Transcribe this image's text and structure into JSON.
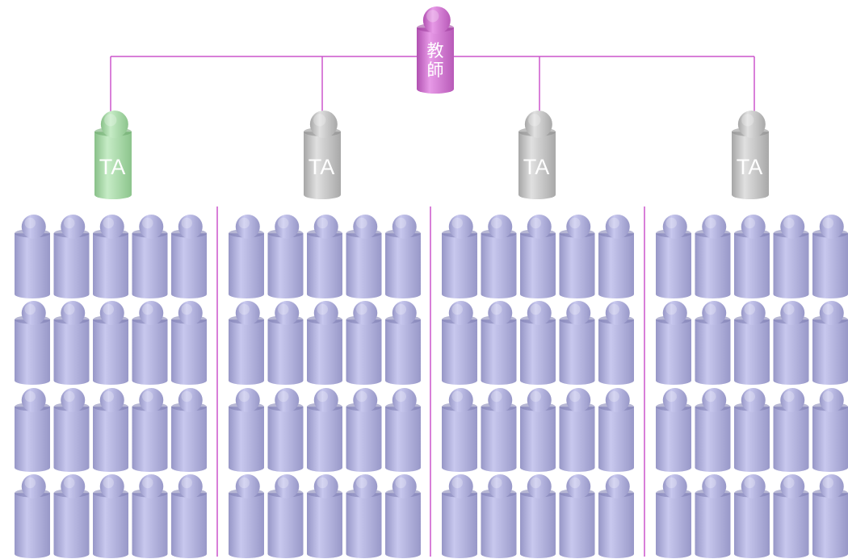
{
  "teacher": {
    "label": "教師",
    "color": "#cc77cc"
  },
  "assistants": [
    {
      "label": "TA",
      "color": "#a8d8a8"
    },
    {
      "label": "TA",
      "color": "#c4c4c4"
    },
    {
      "label": "TA",
      "color": "#c4c4c4"
    },
    {
      "label": "TA",
      "color": "#c4c4c4"
    }
  ],
  "students": {
    "groups": 4,
    "rows_per_group": 4,
    "cols_per_group": 5,
    "color": "#aaaad8"
  },
  "connector_color": "#cc55cc"
}
